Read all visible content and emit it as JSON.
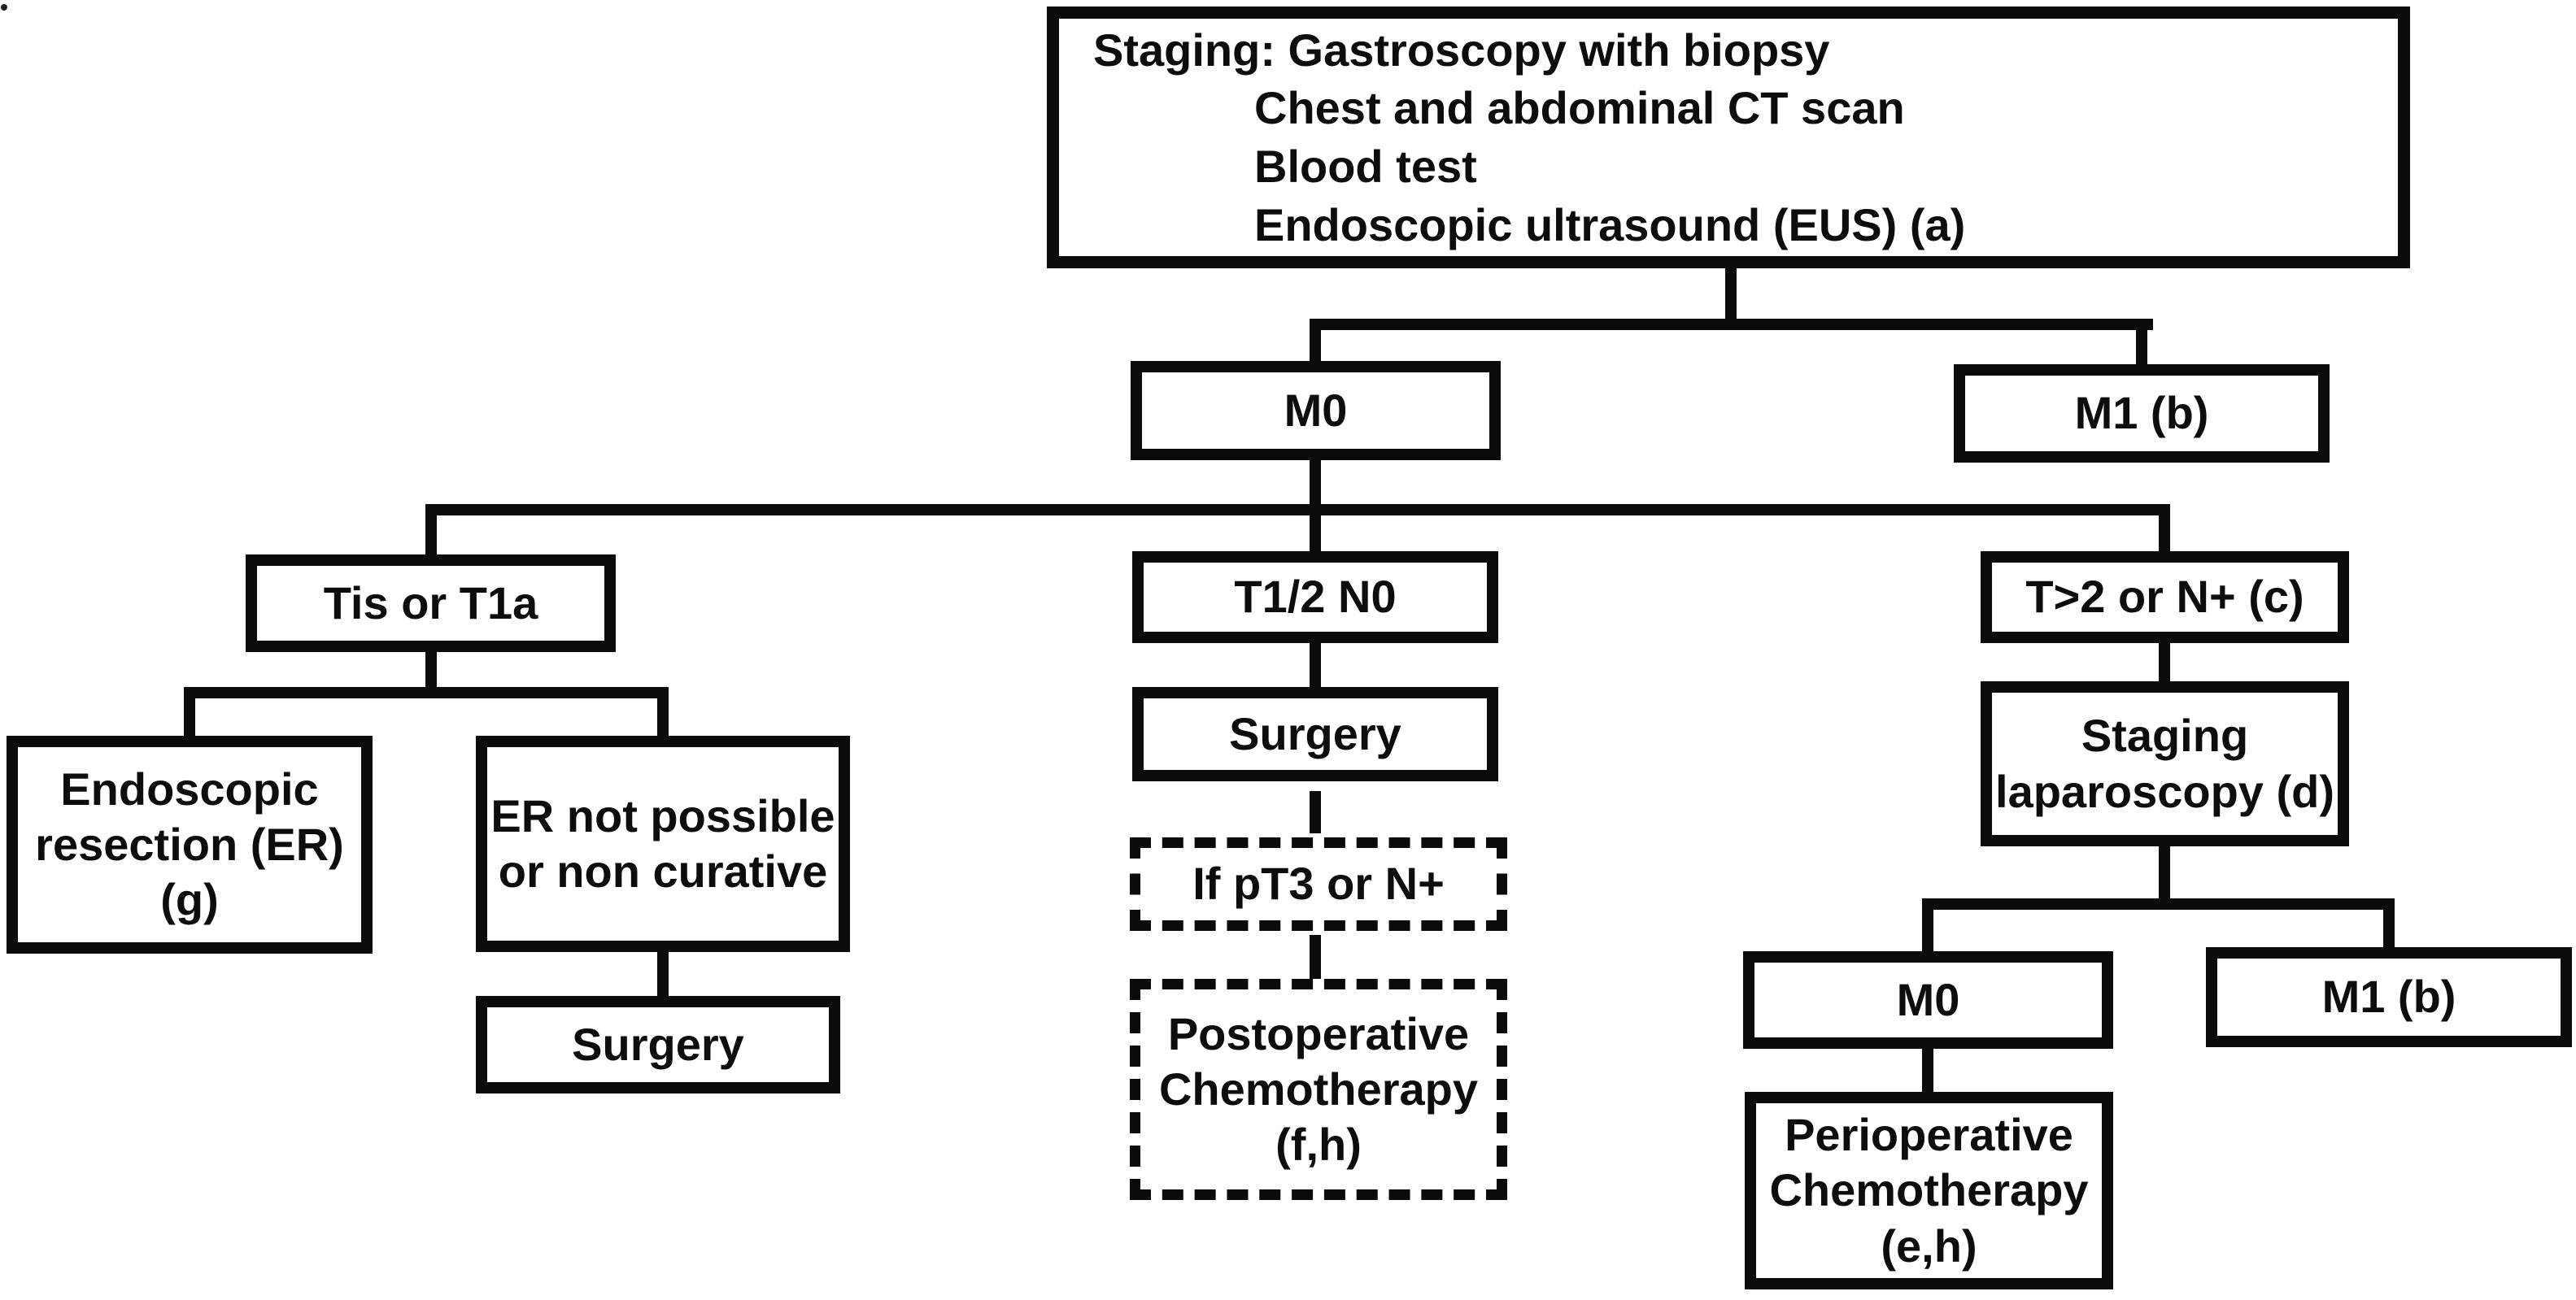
{
  "figure": {
    "kind": "flowchart",
    "style": "black-and-white treatment algorithm"
  },
  "staging_box": {
    "line1": "Staging: Gastroscopy with biopsy",
    "line2": "Chest and abdominal CT scan",
    "line3": "Blood test",
    "line4": "Endoscopic ultrasound (EUS) (a)"
  },
  "nodes": {
    "m0_top": "M0",
    "m1_top": "M1 (b)",
    "tis_t1a": "Tis or T1a",
    "t12_n0": "T1/2 N0",
    "t_gt2_nplus": "T>2 or N+ (c)",
    "endoscopic_resection": "Endoscopic\nresection (ER)\n(g)",
    "er_not_possible": "ER not possible\nor non curative",
    "surgery_under_er": "Surgery",
    "surgery_mid": "Surgery",
    "if_pt3_nplus": "If pT3 or N+",
    "postoperative_chemo": "Postoperative\nChemotherapy\n(f,h)",
    "staging_laparoscopy": "Staging\nlaparoscopy (d)",
    "m0_lap": "M0",
    "m1_lap": "M1 (b)",
    "perioperative_chemo": "Perioperative\nChemotherapy\n(e,h)"
  },
  "edges": [
    {
      "from": "staging",
      "to": "m0_top",
      "style": "solid"
    },
    {
      "from": "staging",
      "to": "m1_top",
      "style": "solid"
    },
    {
      "from": "m0_top",
      "to": "tis_t1a",
      "style": "solid"
    },
    {
      "from": "m0_top",
      "to": "t12_n0",
      "style": "solid"
    },
    {
      "from": "m0_top",
      "to": "t_gt2_nplus",
      "style": "solid"
    },
    {
      "from": "tis_t1a",
      "to": "endoscopic_resection",
      "style": "solid"
    },
    {
      "from": "tis_t1a",
      "to": "er_not_possible",
      "style": "solid"
    },
    {
      "from": "er_not_possible",
      "to": "surgery_under_er",
      "style": "solid"
    },
    {
      "from": "t12_n0",
      "to": "surgery_mid",
      "style": "solid"
    },
    {
      "from": "surgery_mid",
      "to": "if_pt3_nplus",
      "style": "dashed"
    },
    {
      "from": "if_pt3_nplus",
      "to": "postoperative_chemo",
      "style": "dashed"
    },
    {
      "from": "t_gt2_nplus",
      "to": "staging_laparoscopy",
      "style": "solid"
    },
    {
      "from": "staging_laparoscopy",
      "to": "m0_lap",
      "style": "solid"
    },
    {
      "from": "staging_laparoscopy",
      "to": "m1_lap",
      "style": "solid"
    },
    {
      "from": "m0_lap",
      "to": "perioperative_chemo",
      "style": "solid"
    }
  ],
  "colors": {
    "ink": "#0b0b0b",
    "paper": "#ffffff"
  }
}
